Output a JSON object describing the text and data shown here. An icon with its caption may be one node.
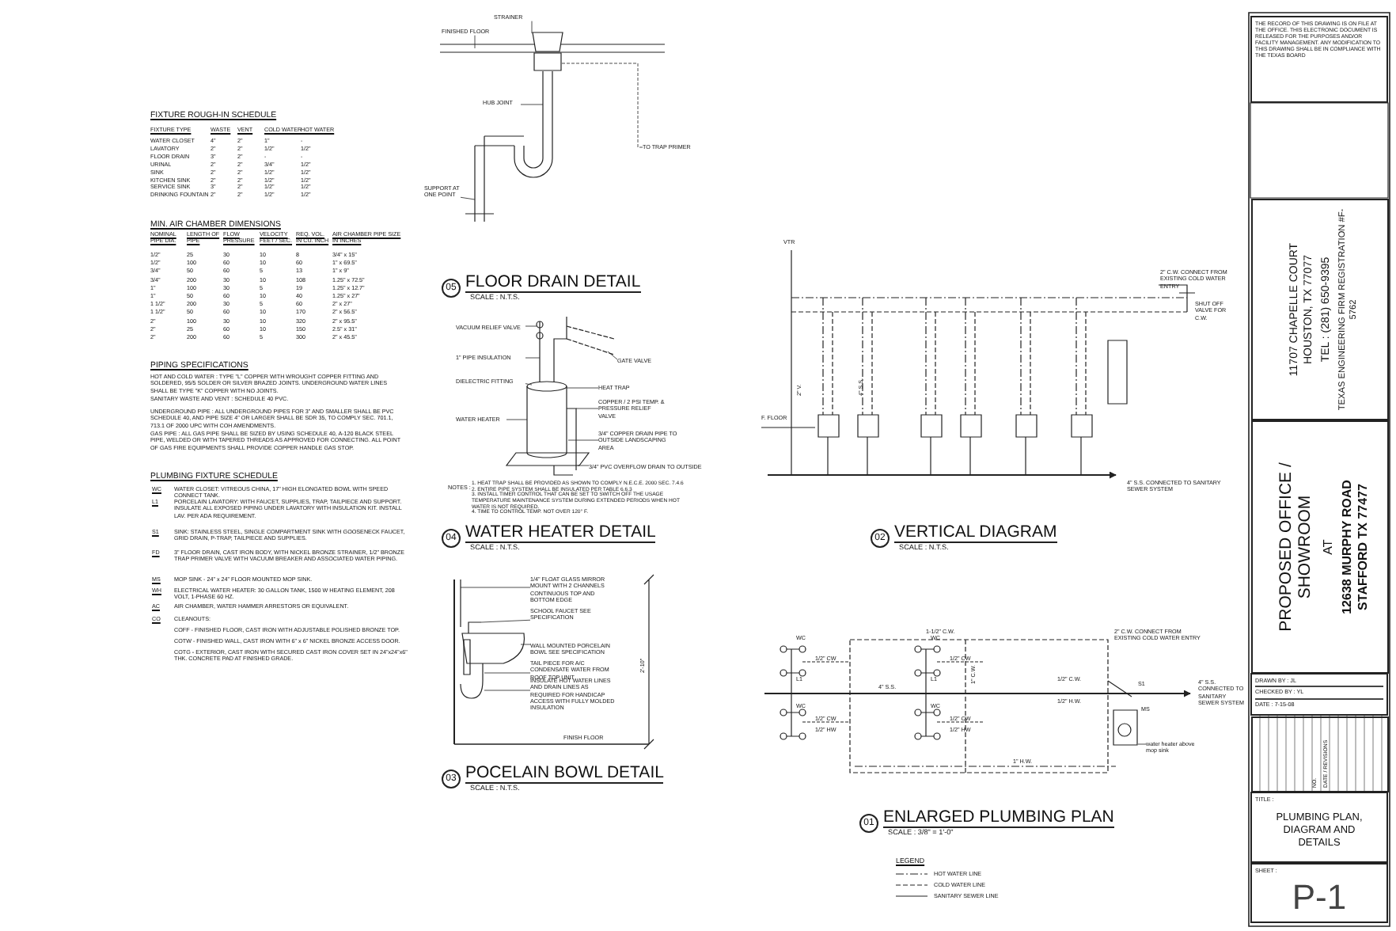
{
  "diagram": {
    "nodes": [
      {
        "text": [
          "05"
        ],
        "beside": [
          "FLOOR DRAIN DETAIL",
          "SCALE : N.T.S."
        ]
      },
      {
        "text": [
          "STRAINER"
        ]
      },
      {
        "text": [
          "FINISHED FLOOR"
        ]
      },
      {
        "text": [
          "HUB JOINT"
        ]
      },
      {
        "text": [
          "SUPPORT AT ONE POINT"
        ]
      },
      {
        "text": [
          "TO TRAP PRIMER"
        ]
      },
      {
        "text": [
          "04"
        ],
        "beside": [
          "WATER HEATER DETAIL",
          "SCALE : N.T.S."
        ]
      },
      {
        "text": [
          "VACUUM RELIEF VALVE"
        ]
      },
      {
        "text": [
          "1\" PIPE INSULATION"
        ]
      },
      {
        "text": [
          "DIELECTRIC FITTING"
        ]
      },
      {
        "text": [
          "WATER HEATER"
        ]
      },
      {
        "text": [
          "GATE VALVE"
        ]
      },
      {
        "text": [
          "HEAT TRAP"
        ]
      },
      {
        "text": [
          "COPPER / 2 PSI TEMP. & PRESSURE RELIEF VALVE"
        ]
      },
      {
        "text": [
          "3/4\" COPPER DRAIN PIPE TO OUTSIDE LANDSCAPING AREA"
        ]
      },
      {
        "text": [
          "3/4\" PVC OVERFLOW DRAIN TO OUTSIDE"
        ]
      },
      {
        "text": [
          "03"
        ],
        "beside": [
          "POCELAIN BOWL DETAIL",
          "SCALE : N.T.S."
        ]
      },
      {
        "text": [
          "1/4\" FLOAT GLASS MIRROR MOUNT WITH 2 CHANNELS CONTINUOUS TOP AND BOTTOM EDGE"
        ]
      },
      {
        "text": [
          "SCHOOL FAUCET SEE SPECIFICATION"
        ]
      },
      {
        "text": [
          "WALL MOUNTED PORCELAIN BOWL SEE SPECIFICATION"
        ]
      },
      {
        "text": [
          "TAIL PIECE FOR A/C CONDENSATE WATER FROM ROOF TOP UNIT"
        ]
      },
      {
        "text": [
          "INSULATE HOT WATER LINES AND DRAIN LINES AS REQUIRED FOR HANDICAP ACCESS WITH FULLY MOLDED INSULATION"
        ]
      },
      {
        "text": [
          "02"
        ],
        "beside": [
          "VERTICAL DIAGRAM",
          "SCALE : N.T.S."
        ]
      },
      {
        "text": [
          "01"
        ],
        "beside": [
          "ENLARGED PLUMBING PLAN",
          "SCALE : 3/8\" = 1'-0\""
        ]
      },
      {
        "text": [
          "THE RECORD OF THIS DRAWING IS ON FILE AT THE OFFICE. THIS ELECTRONIC DOCUMENT IS RELEASED FOR THE PURPOSES AND/OR FACILITY MANAGEMENT. ANY MODIFICATION TO THIS DRAWING SHALL BE IN COMPLIANCE WITH THE TEXAS BOARD"
        ]
      },
      {
        "text": [
          "11707 CHAPELLE COURT HOUSTON, TX 77077",
          "TEL : (281) 650-9395",
          "TEXAS ENGINEERING FIRM REGISTRATION #F-5762"
        ]
      },
      {
        "text": [
          "PROPOSED OFFICE / SHOWROOM",
          "AT",
          "12638 MURPHY ROAD STAFFORD TX 77477"
        ]
      },
      {
        "text": [
          "DRAWN BY : JL",
          "CHECKED BY : YL",
          "DATE : 7-15-08"
        ]
      },
      {
        "text": [
          "NO.",
          "DATE / REVISIONS"
        ]
      },
      {
        "text": [
          "TITLE :",
          "PLUMBING PLAN, DIAGRAM AND DETAILS"
        ]
      },
      {
        "text": [
          "SHEET :",
          "P-1"
        ]
      },
      {
        "text": [
          "water heater above mop sink"
        ]
      },
      {
        "text": [],
        "shape": "box"
      },
      {
        "text": [],
        "shape": "box"
      },
      {
        "text": [],
        "shape": "box"
      }
    ],
    "edges": [
      {
        "from": 1,
        "to": 32,
        "arrow": "none"
      },
      {
        "from": 2,
        "to": null,
        "arrow": "none"
      },
      {
        "from": 3,
        "to": null,
        "arrow": "none"
      },
      {
        "from": 4,
        "to": null,
        "arrow": "none"
      },
      {
        "from": 33,
        "to": 5,
        "arrow": "none",
        "style": "dashed"
      },
      {
        "from": 7,
        "to": null,
        "arrow": "none"
      },
      {
        "from": 8,
        "to": null,
        "arrow": "none"
      },
      {
        "from": 9,
        "to": null,
        "arrow": "none"
      },
      {
        "from": 10,
        "to": null,
        "arrow": "none"
      },
      {
        "from": 11,
        "to": null,
        "arrow": "none"
      },
      {
        "from": 12,
        "to": null,
        "arrow": "none"
      },
      {
        "from": 13,
        "to": null,
        "arrow": "none"
      },
      {
        "from": 14,
        "to": null,
        "arrow": "none"
      },
      {
        "from": 15,
        "to": null,
        "arrow": "none"
      },
      {
        "from": 17,
        "to": null,
        "arrow": "none"
      },
      {
        "from": 18,
        "to": null,
        "arrow": "none"
      },
      {
        "from": 19,
        "to": null,
        "arrow": "none"
      },
      {
        "from": 20,
        "to": null,
        "arrow": "none"
      },
      {
        "from": 21,
        "to": null,
        "arrow": "none"
      },
      {
        "from": 31,
        "to": 34,
        "arrow": "none"
      }
    ],
    "labels": [
      "FIXTURE ROUGH-IN SCHEDULE",
      "FIXTURE TYPE",
      "WASTE",
      "VENT",
      "COLD WATER",
      "HOT WATER",
      "WATER CLOSET",
      "4\"",
      "2\"",
      "1\"",
      "-",
      "LAVATORY",
      "2\"",
      "2\"",
      "1/2\"",
      "1/2\"",
      "FLOOR DRAIN",
      "3\"",
      "2\"",
      "-",
      "-",
      "URINAL",
      "2\"",
      "2\"",
      "3/4\"",
      "1/2\"",
      "SINK",
      "2\"",
      "2\"",
      "1/2\"",
      "1/2\"",
      "KITCHEN SINK",
      "2\"",
      "2\"",
      "1/2\"",
      "1/2\"",
      "SERVICE SINK",
      "3\"",
      "2\"",
      "1/2\"",
      "1/2\"",
      "DRINKING FOUNTAIN",
      "2\"",
      "2\"",
      "1/2\"",
      "1/2\"",
      "MIN. AIR CHAMBER DIMENSIONS",
      "NOMINAL PIPE DIA.",
      "LENGTH OF PIPE",
      "FLOW PRESSURE",
      "VELOCITY FEET / SEC.",
      "REQ. VOL. IN CU. INCH",
      "AIR CHAMBER PIPE SIZE IN INCHES",
      "1/2\"",
      "25",
      "30",
      "10",
      "8",
      "3/4\" x 15\"",
      "1/2\"",
      "100",
      "60",
      "10",
      "60",
      "1\" x 69.5\"",
      "3/4\"",
      "50",
      "60",
      "5",
      "13",
      "1\" x 9\"",
      "3/4\"",
      "200",
      "30",
      "10",
      "108",
      "1.25\" x 72.5\"",
      "1\"",
      "100",
      "30",
      "5",
      "19",
      "1.25\" x 12.7\"",
      "1\"",
      "50",
      "60",
      "10",
      "40",
      "1.25\" x 27\"",
      "1 1/2\"",
      "200",
      "30",
      "5",
      "60",
      "2\" x 27\"",
      "1 1/2\"",
      "50",
      "60",
      "10",
      "170",
      "2\" x 56.5\"",
      "2\"",
      "100",
      "30",
      "10",
      "320",
      "2\" x 95.5\"",
      "2\"",
      "25",
      "60",
      "10",
      "150",
      "2.5\" x 31\"",
      "2\"",
      "200",
      "60",
      "5",
      "300",
      "2\" x 45.5\"",
      "PIPING SPECIFICATIONS",
      "HOT AND COLD WATER : TYPE \"L\" COPPER WITH WROUGHT COPPER FITTING AND SOLDERED, 95/5 SOLDER OR SILVER BRAZED JOINTS. UNDERGROUND WATER LINES SHALL BE TYPE \"K\" COPPER WITH NO JOINTS.",
      "SANITARY WASTE AND VENT : SCHEDULE 40 PVC.",
      "UNDERGROUND PIPE : ALL UNDERGROUND PIPES FOR 3\" AND SMALLER SHALL BE PVC SCHEDULE 40, AND PIPE SIZE 4\" OR LARGER SHALL BE SDR 35, TO COMPLY SEC. 701.1, 713.1 OF 2000 UPC WITH COH AMENDMENTS.",
      "GAS PIPE : ALL GAS PIPE SHALL BE SIZED BY USING SCHEDULE 40, A-120 BLACK STEEL PIPE, WELDED OR WITH TAPERED THREADS AS APPROVED FOR CONNECTING. ALL POINT OF GAS FIRE EQUIPMENTS SHALL PROVIDE COPPER HANDLE GAS STOP.",
      "PLUMBING FIXTURE SCHEDULE",
      "WC",
      "WATER CLOSET: VITREOUS CHINA, 17\" HIGH ELONGATED BOWL WITH SPEED CONNECT TANK.",
      "L1",
      "PORCELAIN LAVATORY: WITH FAUCET, SUPPLIES, TRAP, TAILPIECE AND SUPPORT. INSULATE ALL EXPOSED PIPING UNDER LAVATORY WITH INSULATION KIT. INSTALL LAV. PER ADA REQUIREMENT.",
      "S1",
      "SINK: STAINLESS STEEL, SINGLE COMPARTMENT SINK WITH GOOSENECK FAUCET, GRID DRAIN, P-TRAP, TAILPIECE AND SUPPLIES.",
      "FD",
      "3\" FLOOR DRAIN, CAST IRON BODY, WITH NICKEL BRONZE STRAINER, 1/2\" BRONZE TRAP PRIMER VALVE WITH VACUUM BREAKER AND ASSOCIATED WATER PIPING.",
      "MS",
      "MOP SINK - 24\" x 24\" FLOOR MOUNTED MOP SINK.",
      "WH",
      "ELECTRICAL WATER HEATER: 30 GALLON TANK, 1500 W HEATING ELEMENT, 208 VOLT, 1-PHASE 60 HZ.",
      "AC",
      "AIR CHAMBER, WATER HAMMER ARRESTORS OR EQUIVALENT.",
      "CO",
      "CLEANOUTS:",
      "COFF - FINISHED FLOOR, CAST IRON WITH ADJUSTABLE POLISHED BRONZE TOP.",
      "COTW - FINISHED WALL, CAST IRON WITH 6\" x 6\" NICKEL BRONZE ACCESS DOOR.",
      "COTG - EXTERIOR, CAST IRON WITH SECURED CAST IRON COVER SET IN 24\"x24\"x6\" THK. CONCRETE PAD AT FINISHED GRADE.",
      "NOTES :",
      "1. HEAT TRAP SHALL BE PROVIDED AS SHOWN TO COMPLY N.E.C.E. 2000 SEC. 7.4.6",
      "2. ENTIRE PIPE SYSTEM SHALL BE INSULATED PER TABLE 6.6.3",
      "3. INSTALL TIMER CONTROL THAT CAN BE SET TO SWITCH OFF THE USAGE TEMPERATURE MAINTENANCE SYSTEM DURING EXTENDED PERIODS WHEN HOT WATER IS NOT REQUIRED.",
      "4. TIME TO CONTROL TEMP. NOT OVER 120° F.",
      "2'-10\"",
      "FINISH FLOOR",
      "VTR",
      "F. FLOOR",
      "2\" C.W. CONNECT FROM EXISTING COLD WATER ENTRY",
      "SHUT OFF VALVE FOR C.W.",
      "4\" S.S. CONNECTED TO SANITARY SEWER SYSTEM",
      "2\" V.",
      "4\" S.S.",
      "1-1/2\" C.W.",
      "2\" C.W. CONNECT FROM EXISTING COLD WATER ENTRY",
      "WC",
      "1/2\" CW",
      "L1",
      "WC",
      "1/2\" CW",
      "1/2\" HW",
      "WC",
      "1/2\" CW",
      "L1",
      "WC",
      "1/2\" CW",
      "1/2\" HW",
      "4\" S.S.",
      "1\" C.W.",
      "1\" H.W.",
      "1/2\" C.W.",
      "1/2\" H.W.",
      "S1",
      "MS",
      "4\" S.S. CONNECTED TO SANITARY SEWER SYSTEM",
      "LEGEND"
    ],
    "legend": [
      {
        "text": "HOT WATER LINE"
      },
      {
        "text": "COLD WATER LINE"
      },
      {
        "text": "SANITARY SEWER LINE"
      }
    ]
  }
}
